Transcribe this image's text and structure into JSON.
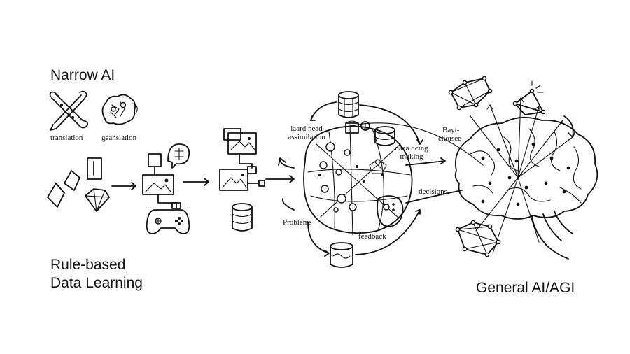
{
  "labels": {
    "narrow_ai": "Narrow AI",
    "translation": "translation",
    "geanslation": "geanslation",
    "rule_based": "Rule-based",
    "data_learning": "Data Learning",
    "laard_nead": "laard nead",
    "assimilation": "assimilation",
    "daaa_dcing": "daaa dcing",
    "making": "making",
    "decisions": "decisions",
    "problems": "Problems",
    "feedback": "feedback",
    "bayt": "Bayt-",
    "choisee": "choisee",
    "general_ai": "General AI/AGI"
  },
  "colors": {
    "ink": "#111111",
    "background": "#ffffff"
  },
  "icons": [
    "crossed-tools-icon",
    "brain-gears-icon",
    "diamond-shapes-icon",
    "flowchart-icon",
    "image-icon",
    "gamepad-icon",
    "database-icon",
    "network-sphere-icon",
    "brain-icon"
  ]
}
